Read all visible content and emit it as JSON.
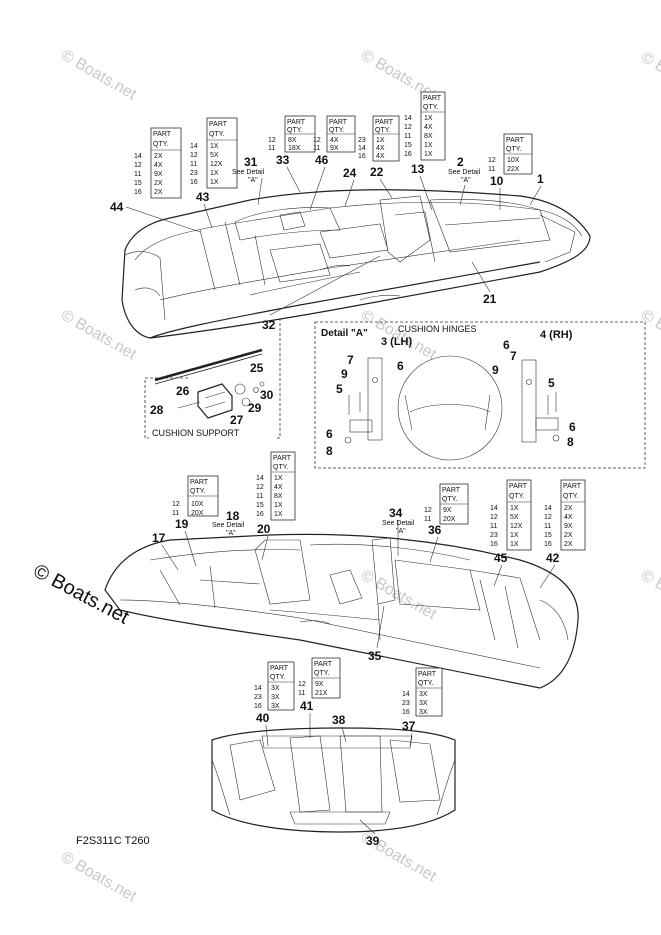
{
  "watermark": "© Boats.net",
  "footer_code": "F2S311C T260",
  "titles": {
    "detail_a": "Detail \"A\"",
    "cushion_hinges": "CUSHION HINGES",
    "cushion_support": "CUSHION SUPPORT",
    "see_detail_a": [
      "See Detail",
      "\"A\""
    ]
  },
  "part_qty_header": [
    "PART",
    "QTY."
  ],
  "qty_tables": [
    {
      "id": "t44",
      "rows": [
        [
          "14",
          "2X"
        ],
        [
          "12",
          "4X"
        ],
        [
          "11",
          "9X"
        ],
        [
          "15",
          "2X"
        ],
        [
          "16",
          "2X"
        ]
      ]
    },
    {
      "id": "t43",
      "rows": [
        [
          "14",
          "1X"
        ],
        [
          "12",
          "5X"
        ],
        [
          "11",
          "12X"
        ],
        [
          "23",
          "1X"
        ],
        [
          "16",
          "1X"
        ]
      ]
    },
    {
      "id": "t33",
      "rows": [
        [
          "12",
          "8X"
        ],
        [
          "11",
          "18X"
        ]
      ]
    },
    {
      "id": "t46",
      "rows": [
        [
          "12",
          "4X"
        ],
        [
          "11",
          "9X"
        ]
      ]
    },
    {
      "id": "t22",
      "rows": [
        [
          "23",
          "1X"
        ],
        [
          "14",
          "4X"
        ],
        [
          "16",
          "4X"
        ]
      ]
    },
    {
      "id": "t13",
      "rows": [
        [
          "14",
          "1X"
        ],
        [
          "12",
          "4X"
        ],
        [
          "11",
          "8X"
        ],
        [
          "15",
          "1X"
        ],
        [
          "16",
          "1X"
        ]
      ]
    },
    {
      "id": "t10",
      "rows": [
        [
          "12",
          "10X"
        ],
        [
          "11",
          "22X"
        ]
      ]
    },
    {
      "id": "t19",
      "rows": [
        [
          "12",
          "10X"
        ],
        [
          "11",
          "20X"
        ]
      ]
    },
    {
      "id": "t20",
      "rows": [
        [
          "14",
          "1X"
        ],
        [
          "12",
          "4X"
        ],
        [
          "11",
          "8X"
        ],
        [
          "15",
          "1X"
        ],
        [
          "16",
          "1X"
        ]
      ]
    },
    {
      "id": "t36",
      "rows": [
        [
          "12",
          "9X"
        ],
        [
          "11",
          "20X"
        ]
      ]
    },
    {
      "id": "t45",
      "rows": [
        [
          "14",
          "1X"
        ],
        [
          "12",
          "5X"
        ],
        [
          "11",
          "12X"
        ],
        [
          "23",
          "1X"
        ],
        [
          "16",
          "1X"
        ]
      ]
    },
    {
      "id": "t42",
      "rows": [
        [
          "14",
          "2X"
        ],
        [
          "12",
          "4X"
        ],
        [
          "11",
          "9X"
        ],
        [
          "15",
          "2X"
        ],
        [
          "16",
          "2X"
        ]
      ]
    },
    {
      "id": "t40",
      "rows": [
        [
          "14",
          "3X"
        ],
        [
          "23",
          "3X"
        ],
        [
          "16",
          "3X"
        ]
      ]
    },
    {
      "id": "t41",
      "rows": [
        [
          "12",
          "9X"
        ],
        [
          "11",
          "21X"
        ]
      ]
    },
    {
      "id": "t37",
      "rows": [
        [
          "14",
          "3X"
        ],
        [
          "23",
          "3X"
        ],
        [
          "16",
          "3X"
        ]
      ]
    }
  ],
  "callouts": [
    "44",
    "43",
    "31",
    "33",
    "46",
    "24",
    "22",
    "13",
    "2",
    "10",
    "1",
    "21",
    "32",
    "25",
    "26",
    "28",
    "27",
    "29",
    "30",
    "3 (LH)",
    "4 (RH)",
    "7",
    "9",
    "5",
    "6",
    "8",
    "17",
    "19",
    "18",
    "20",
    "34",
    "36",
    "45",
    "42",
    "35",
    "40",
    "41",
    "38",
    "37",
    "39"
  ]
}
